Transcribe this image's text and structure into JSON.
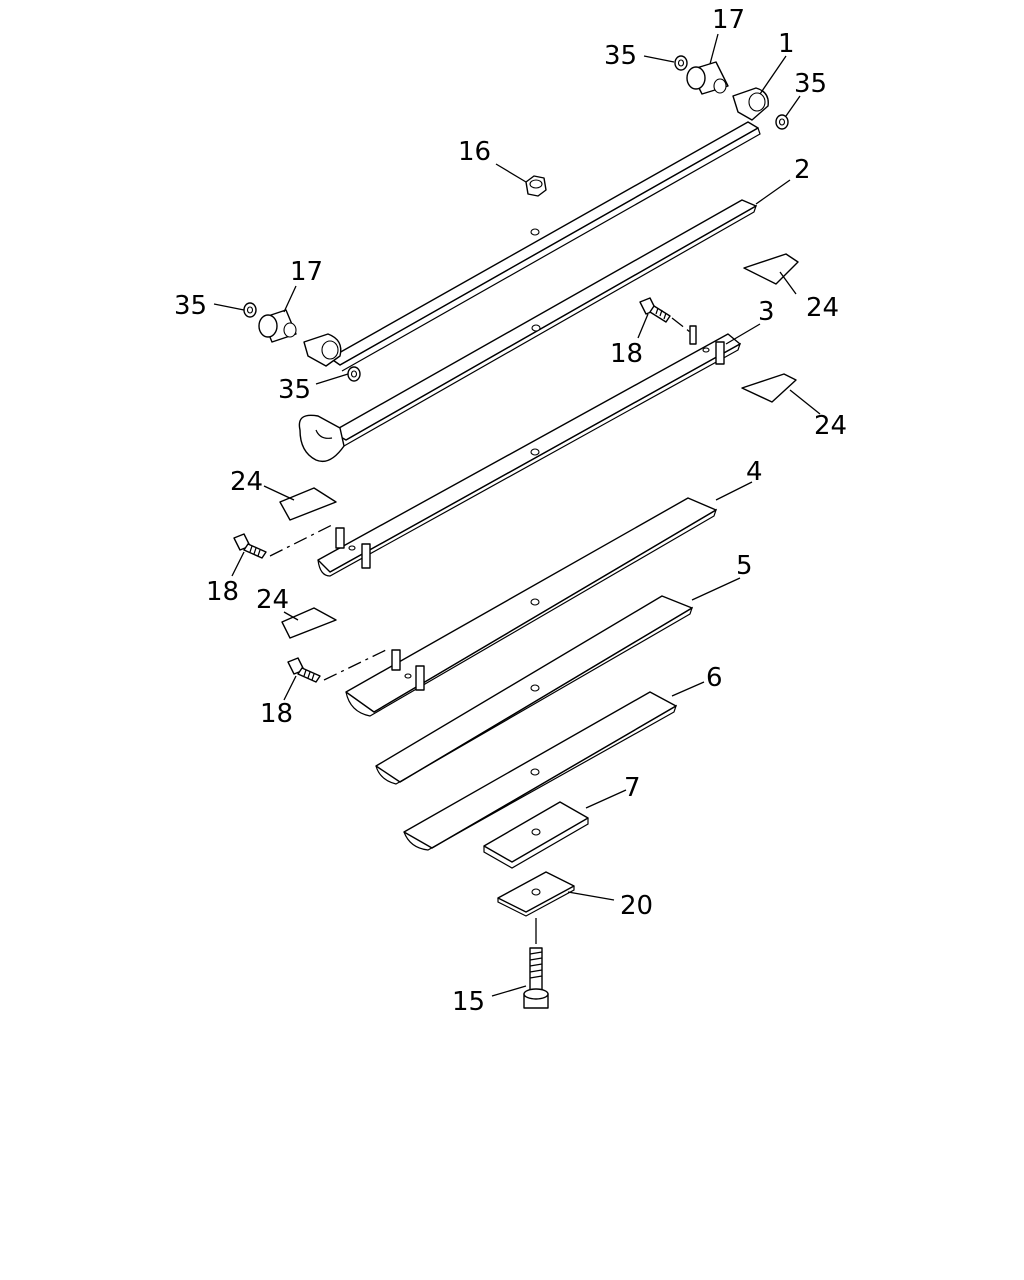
{
  "callouts": {
    "c1": "1",
    "c2": "2",
    "c3": "3",
    "c4": "4",
    "c5": "5",
    "c6": "6",
    "c7": "7",
    "c15": "15",
    "c16": "16",
    "c17a": "17",
    "c17b": "17",
    "c18a": "18",
    "c18b": "18",
    "c18c": "18",
    "c20": "20",
    "c24a": "24",
    "c24b": "24",
    "c24c": "24",
    "c24d": "24",
    "c35a": "35",
    "c35b": "35",
    "c35c": "35",
    "c35d": "35"
  },
  "colors": {
    "line": "#000000",
    "background": "#ffffff"
  }
}
